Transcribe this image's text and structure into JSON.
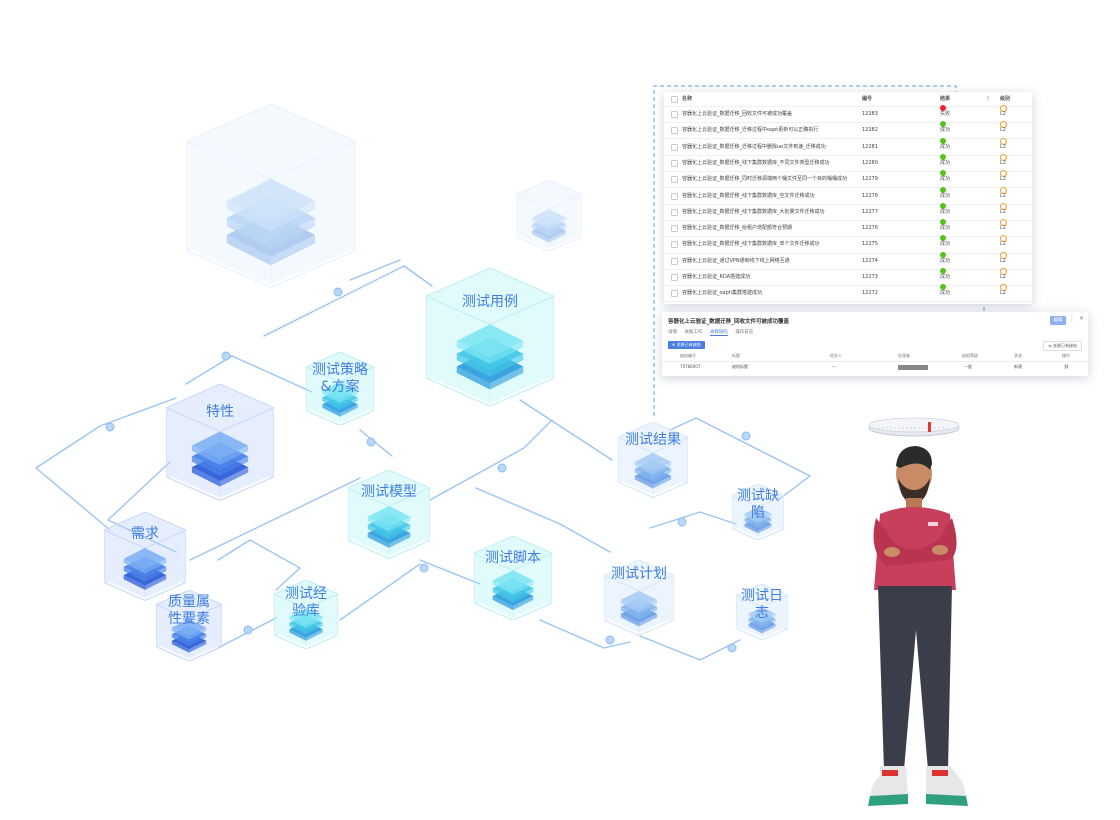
{
  "diagram": {
    "nodes": {
      "test_case": "测试用例",
      "strategy": "测试策略\n&方案",
      "feature": "特性",
      "requirement": "需求",
      "quality": "质量属\n性要素",
      "model": "测试模型",
      "experience": "测试经\n验库",
      "result": "测试结果",
      "defect": "测试缺陷",
      "script": "测试脚本",
      "plan": "测试计划",
      "log": "测试日志"
    }
  },
  "case_table": {
    "headers": {
      "name": "名称",
      "id": "编号",
      "result": "结果",
      "level": "级别"
    },
    "rows": [
      {
        "name": "容器化上云验证_数据迁移_回收文件可被成功覆盖",
        "id": "12283",
        "result": "失败",
        "level": "L2"
      },
      {
        "name": "容器化上云验证_数据迁移_迁移过程中oapt更新可以正确执行",
        "id": "12282",
        "result": "成功",
        "level": "L2"
      },
      {
        "name": "容器化上云验证_数据迁移_迁移过程中删除ue文件到速_迁移成功",
        "id": "12281",
        "result": "成功",
        "level": "L2"
      },
      {
        "name": "容器化上云验证_数据迁移_线下集群数据库_不同文件类型迁移成功",
        "id": "12280",
        "result": "成功",
        "level": "L2"
      },
      {
        "name": "容器化上云验证_数据迁移_同时迁移源端两个桶文件至同一个目的桶桶成功",
        "id": "12279",
        "result": "成功",
        "level": "L2"
      },
      {
        "name": "容器化上云验证_数据迁移_线下集群数据库_空文件迁移成功",
        "id": "12278",
        "result": "成功",
        "level": "L2"
      },
      {
        "name": "容器化上云验证_数据迁移_线下集群数据库_大批量文件迁移成功",
        "id": "12277",
        "result": "成功",
        "level": "L2"
      },
      {
        "name": "容器化上云验证_数据迁移_给租户增配额符合预期",
        "id": "12276",
        "result": "成功",
        "level": "L2"
      },
      {
        "name": "容器化上云验证_数据迁移_线下集群数据库_单个文件迁移成功",
        "id": "12275",
        "result": "成功",
        "level": "L2"
      },
      {
        "name": "容器化上云验证_通过VPN通到线下线上网络互通",
        "id": "12274",
        "result": "成功",
        "level": "L2"
      },
      {
        "name": "容器化上云验证_RDA搭建成功",
        "id": "12273",
        "result": "成功",
        "level": "L2"
      },
      {
        "name": "容器化上云验证_oaph集群搭建成功",
        "id": "12272",
        "result": "成功",
        "level": "L2"
      }
    ]
  },
  "detail_panel": {
    "title": "容器化上云验证_数据迁移_回收文件可被成功覆盖",
    "edit_button": "编辑",
    "tabs": [
      "详情",
      "关联工作",
      "关联缺陷",
      "操作日志"
    ],
    "add_button": "关联已有缺陷",
    "right_button": "关联已有缺陷",
    "columns": [
      "缺陷编号",
      "标题",
      "经办人",
      "处理者",
      "缺陷等级",
      "状态",
      "操作"
    ],
    "row": {
      "id": "70786007",
      "title": "缺陷标题",
      "owner": "—",
      "level": "一般",
      "status": "新建"
    }
  },
  "colors": {
    "line": "#8cbcf0",
    "label": "#3f7ee0",
    "success": "#52c41a",
    "fail": "#f5222d",
    "level": "#f0a020",
    "primary": "#4a7fe0"
  }
}
